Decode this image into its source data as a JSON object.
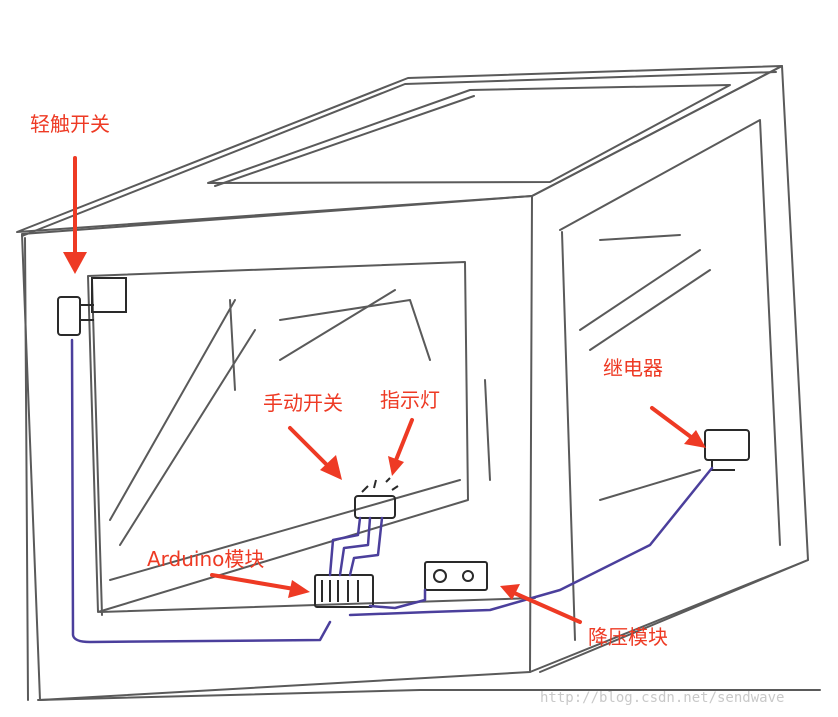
{
  "labels": {
    "tact_switch": "轻触开关",
    "manual_switch": "手动开关",
    "indicator_light": "指示灯",
    "relay": "继电器",
    "arduino_module": "Arduino模块",
    "step_down_module": "降压模块"
  },
  "watermark": "http://blog.csdn.net/sendwave",
  "colors": {
    "label": "#ee3a24",
    "arrow": "#ee3a24",
    "wire": "#4b3f9c",
    "sketch": "#4a4a4a"
  }
}
